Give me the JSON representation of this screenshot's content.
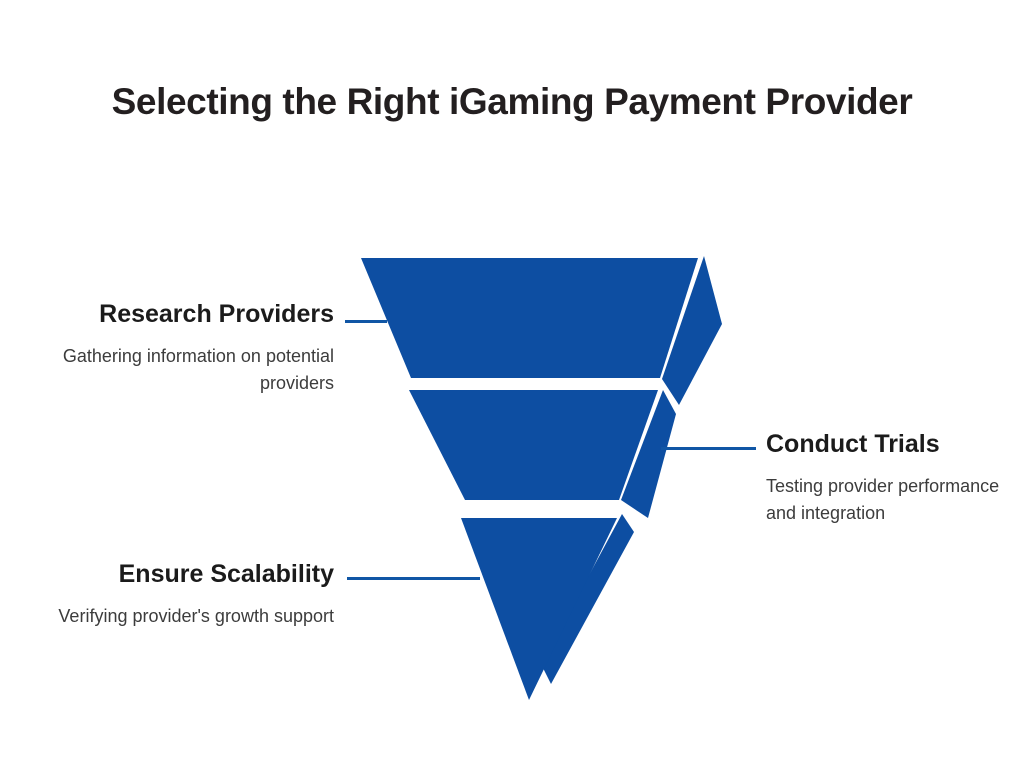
{
  "title": "Selecting the Right iGaming Payment Provider",
  "colors": {
    "funnel_front": "#0d4ea2",
    "funnel_side": "#0d4ea2",
    "connector": "#1056a5",
    "background": "#ffffff",
    "title_text": "#231f20",
    "heading_text": "#1b1b1b",
    "description_text": "#3c3c3c"
  },
  "chart_data": {
    "type": "funnel",
    "title": "Selecting the Right iGaming Payment Provider",
    "orientation": "inverted-vertical-3d",
    "stage_count": 3,
    "stages": [
      {
        "index": 1,
        "label": "Research Providers",
        "description": "Gathering information on potential providers",
        "label_side": "left",
        "relative_width": 100
      },
      {
        "index": 2,
        "label": "Conduct Trials",
        "description": "Testing provider performance and integration",
        "label_side": "right",
        "relative_width": 66
      },
      {
        "index": 3,
        "label": "Ensure Scalability",
        "description": "Verifying provider's growth support",
        "label_side": "left",
        "relative_width": 33
      }
    ],
    "legend": "none",
    "grid": false
  },
  "funnel": {
    "segments": [
      {
        "name": "research-providers",
        "heading": "Research Providers",
        "description": "Gathering information on potential providers"
      },
      {
        "name": "conduct-trials",
        "heading": "Conduct Trials",
        "description": "Testing provider performance and integration"
      },
      {
        "name": "ensure-scalability",
        "heading": "Ensure Scalability",
        "description": "Verifying provider's growth support"
      }
    ]
  }
}
